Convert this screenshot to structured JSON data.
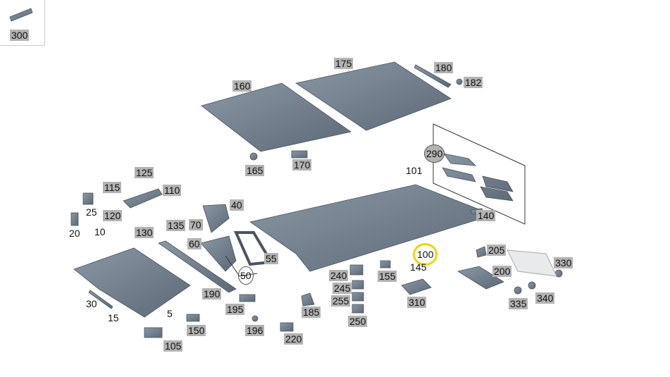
{
  "labels": [
    "300",
    "175",
    "180",
    "182",
    "160",
    "165",
    "170",
    "290",
    "101",
    "125",
    "115",
    "110",
    "25",
    "120",
    "40",
    "130",
    "135",
    "70",
    "20",
    "10",
    "140",
    "60",
    "55",
    "50",
    "100",
    "145",
    "205",
    "200",
    "330",
    "240",
    "245",
    "155",
    "190",
    "335",
    "340",
    "310",
    "255",
    "30",
    "185",
    "195",
    "5",
    "15",
    "250",
    "196",
    "150",
    "220",
    "105"
  ],
  "colors": {
    "part": "#6f7c8a",
    "label_bg": "#b3b3b3",
    "highlight": "#f2d600"
  }
}
